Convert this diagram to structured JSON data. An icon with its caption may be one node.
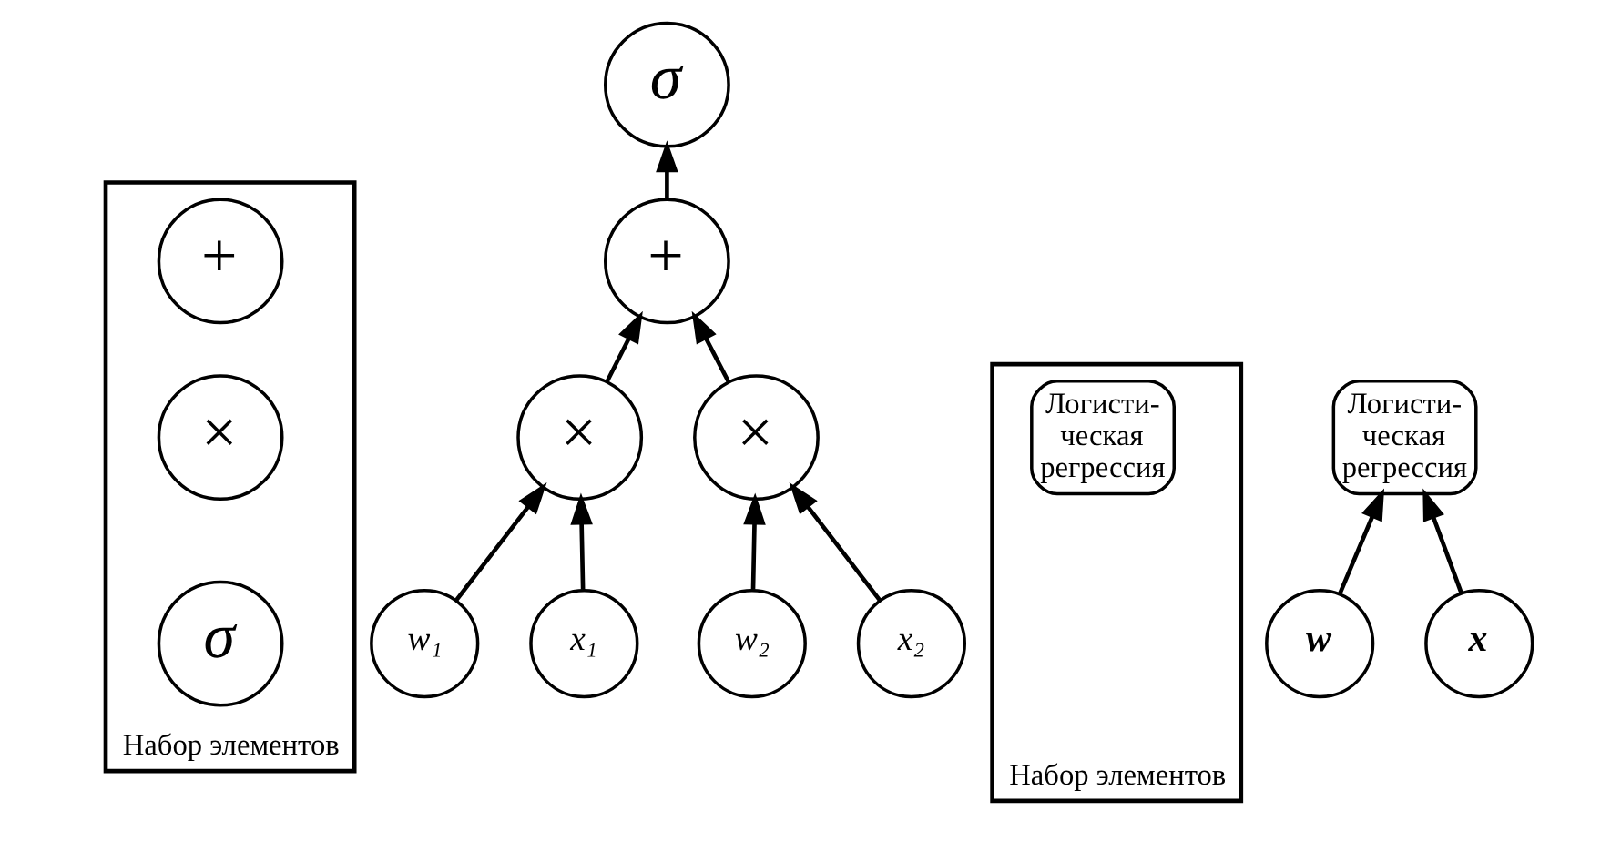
{
  "diagram": {
    "nodes": [
      {
        "text": [
          "Набор элементов"
        ]
      },
      {
        "text": [
          "+"
        ],
        "in": 0
      },
      {
        "text": [
          "×"
        ],
        "in": 0
      },
      {
        "text": [
          "σ"
        ],
        "in": 0
      },
      {
        "text": [
          "σ"
        ]
      },
      {
        "text": [
          "+"
        ]
      },
      {
        "text": [
          "×"
        ]
      },
      {
        "text": [
          "×"
        ]
      },
      {
        "text": [
          "w₁"
        ]
      },
      {
        "text": [
          "x₁"
        ]
      },
      {
        "text": [
          "w₂"
        ]
      },
      {
        "text": [
          "x₂"
        ]
      },
      {
        "text": [
          "Набор элементов"
        ]
      },
      {
        "text": [
          "Логисти- ческая регрессия"
        ],
        "in": 12
      },
      {
        "text": [
          "Логисти- ческая регрессия"
        ]
      },
      {
        "text": [
          "w"
        ]
      },
      {
        "text": [
          "x"
        ]
      }
    ],
    "edges": [
      {
        "from": 5,
        "to": 4,
        "arrow": "to"
      },
      {
        "from": 6,
        "to": 5,
        "arrow": "to"
      },
      {
        "from": 7,
        "to": 5,
        "arrow": "to"
      },
      {
        "from": 8,
        "to": 6,
        "arrow": "to"
      },
      {
        "from": 9,
        "to": 6,
        "arrow": "to"
      },
      {
        "from": 10,
        "to": 7,
        "arrow": "to"
      },
      {
        "from": 11,
        "to": 7,
        "arrow": "to"
      },
      {
        "from": 15,
        "to": 14,
        "arrow": "to"
      },
      {
        "from": 16,
        "to": 14,
        "arrow": "to"
      }
    ]
  }
}
